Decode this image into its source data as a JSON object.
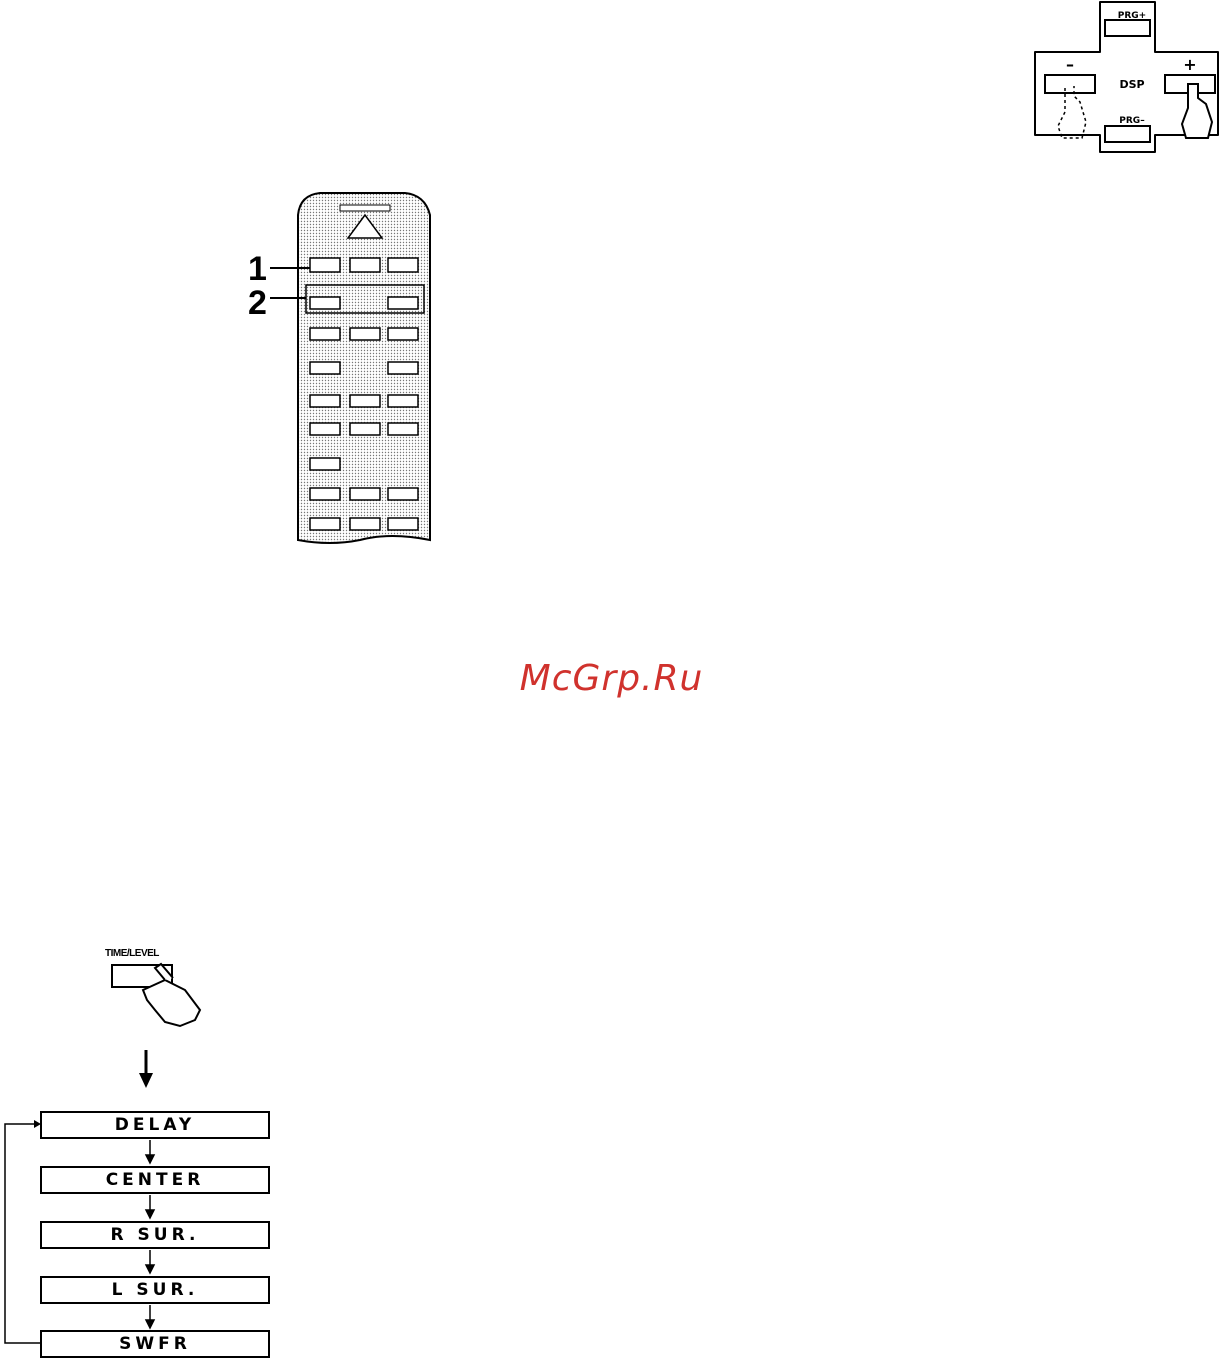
{
  "dsp_control": {
    "top_label": "PRG+",
    "center_label": "DSP",
    "minus_label": "–",
    "plus_label": "+",
    "bottom_label": "PRG–"
  },
  "remote": {
    "steps": [
      "1",
      "2"
    ]
  },
  "watermark": "McGrp.Ru",
  "time_level": {
    "label": "TIME/LEVEL"
  },
  "flow": {
    "items": [
      "DELAY",
      "CENTER",
      "R SUR.",
      "L SUR.",
      "SWFR"
    ]
  }
}
